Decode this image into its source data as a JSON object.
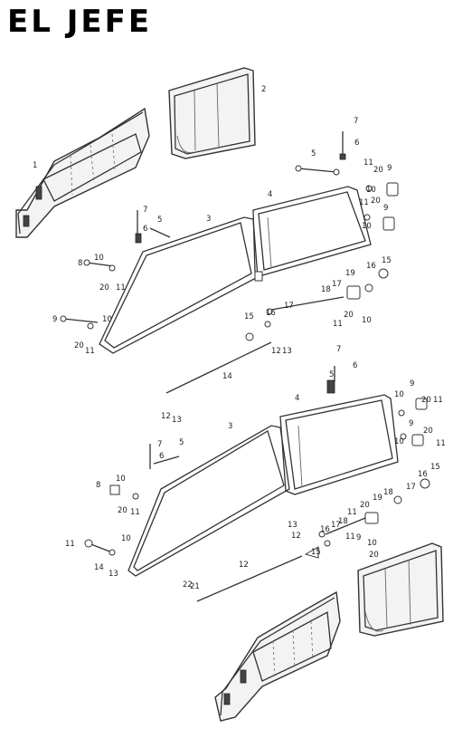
{
  "brand": "EL JEFE",
  "callouts": [
    {
      "label": "1"
    },
    {
      "label": "2"
    },
    {
      "label": "7"
    },
    {
      "label": "6"
    },
    {
      "label": "5"
    },
    {
      "label": "11"
    },
    {
      "label": "20"
    },
    {
      "label": "9"
    },
    {
      "label": "10"
    },
    {
      "label": "4"
    },
    {
      "label": "11"
    },
    {
      "label": "20"
    },
    {
      "label": "9"
    },
    {
      "label": "10"
    },
    {
      "label": "7"
    },
    {
      "label": "6"
    },
    {
      "label": "5"
    },
    {
      "label": "3"
    },
    {
      "label": "8"
    },
    {
      "label": "10"
    },
    {
      "label": "20"
    },
    {
      "label": "11"
    },
    {
      "label": "16"
    },
    {
      "label": "15"
    },
    {
      "label": "19"
    },
    {
      "label": "18"
    },
    {
      "label": "17"
    },
    {
      "label": "20"
    },
    {
      "label": "11"
    },
    {
      "label": "10"
    },
    {
      "label": "9"
    },
    {
      "label": "10"
    },
    {
      "label": "20"
    },
    {
      "label": "11"
    },
    {
      "label": "15"
    },
    {
      "label": "16"
    },
    {
      "label": "17"
    },
    {
      "label": "12"
    },
    {
      "label": "13"
    },
    {
      "label": "14"
    },
    {
      "label": "7"
    },
    {
      "label": "6"
    },
    {
      "label": "5"
    },
    {
      "label": "12"
    },
    {
      "label": "13"
    },
    {
      "label": "4"
    },
    {
      "label": "10"
    },
    {
      "label": "9"
    },
    {
      "label": "11"
    },
    {
      "label": "20"
    },
    {
      "label": "9"
    },
    {
      "label": "10"
    },
    {
      "label": "20"
    },
    {
      "label": "11"
    },
    {
      "label": "3"
    },
    {
      "label": "7"
    },
    {
      "label": "6"
    },
    {
      "label": "5"
    },
    {
      "label": "16"
    },
    {
      "label": "15"
    },
    {
      "label": "8"
    },
    {
      "label": "10"
    },
    {
      "label": "20"
    },
    {
      "label": "11"
    },
    {
      "label": "10"
    },
    {
      "label": "20"
    },
    {
      "label": "19"
    },
    {
      "label": "18"
    },
    {
      "label": "17"
    },
    {
      "label": "11"
    },
    {
      "label": "13"
    },
    {
      "label": "12"
    },
    {
      "label": "16"
    },
    {
      "label": "15"
    },
    {
      "label": "17"
    },
    {
      "label": "18"
    },
    {
      "label": "11"
    },
    {
      "label": "9"
    },
    {
      "label": "10"
    },
    {
      "label": "20"
    },
    {
      "label": "11"
    },
    {
      "label": "14"
    },
    {
      "label": "13"
    },
    {
      "label": "12"
    },
    {
      "label": "22"
    },
    {
      "label": "21"
    }
  ]
}
